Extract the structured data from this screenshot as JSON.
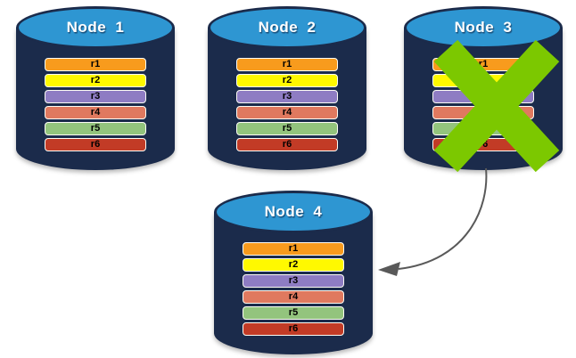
{
  "diagram": {
    "description": "Database replication diagram: rows r1-r6 replicated across nodes; Node 3 failed (crossed out) and its data is re-replicated to Node 4",
    "nodes": [
      {
        "title": "Node 1",
        "rows": [
          "r1",
          "r2",
          "r3",
          "r4",
          "r5",
          "r6"
        ],
        "crossed_out": false
      },
      {
        "title": "Node 2",
        "rows": [
          "r1",
          "r2",
          "r3",
          "r4",
          "r5",
          "r6"
        ],
        "crossed_out": false
      },
      {
        "title": "Node 3",
        "rows": [
          "r1",
          "r2",
          "r3",
          "r4",
          "r5",
          "r6"
        ],
        "crossed_out": true
      },
      {
        "title": "Node 4",
        "rows": [
          "r1",
          "r2",
          "r3",
          "r4",
          "r5",
          "r6"
        ],
        "crossed_out": false
      }
    ],
    "failure_mark": "X",
    "arrow": {
      "from": "Node 3",
      "to": "Node 4",
      "style": "curved"
    }
  },
  "colors": {
    "background": "#FFFFFF",
    "cylinder_body": "#1B2B4B",
    "cylinder_top": "#2E96D2",
    "title_text": "#FFFFFF",
    "row_text": "#000000",
    "row_r1": "#F89B1D",
    "row_r2": "#FFF900",
    "row_r3": "#8E7CC3",
    "row_r4": "#E0795F",
    "row_r5": "#93C47D",
    "row_r6": "#C23B26",
    "x_mark": "#7CC800",
    "arrow": "#595959"
  }
}
